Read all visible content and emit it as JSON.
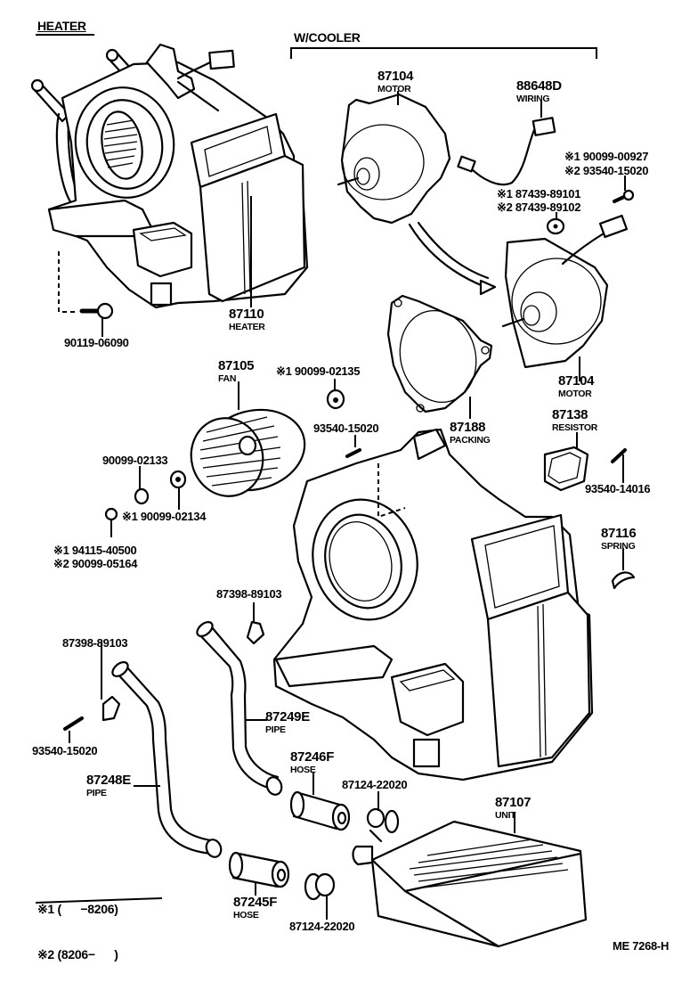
{
  "headers": {
    "heater": "HEATER",
    "cooler": "W/COOLER"
  },
  "parts": {
    "motor_top": {
      "number": "87104",
      "name": "MOTOR"
    },
    "wiring": {
      "number": "88648D",
      "name": "WIRING"
    },
    "screw_top": {
      "alt1": "※1 90099-00927",
      "alt2": "※2 93540-15020"
    },
    "grommet_top": {
      "alt1": "※1 87439-89101",
      "alt2": "※2 87439-89102"
    },
    "motor_right": {
      "number": "87104",
      "name": "MOTOR"
    },
    "heater_assy": {
      "number": "87110",
      "name": "HEATER"
    },
    "bolt_left": {
      "number": "90119-06090"
    },
    "fan": {
      "number": "87105",
      "name": "FAN"
    },
    "nut_fan": {
      "number": "※1 90099-02135"
    },
    "packing": {
      "number": "87188",
      "name": "PACKING"
    },
    "screw_mid": {
      "number": "93540-15020"
    },
    "resistor": {
      "number": "87138",
      "name": "RESISTOR"
    },
    "screw_resistor": {
      "number": "93540-14016"
    },
    "washer_a": {
      "number": "90099-02133"
    },
    "washer_b": {
      "number": "※1 90099-02134"
    },
    "nut_left": {
      "alt1": "※1 94115-40500",
      "alt2": "※2 90099-05164"
    },
    "spring": {
      "number": "87116",
      "name": "SPRING"
    },
    "clamp_mid": {
      "number": "87398-89103"
    },
    "clamp_left": {
      "number": "87398-89103"
    },
    "screw_left": {
      "number": "93540-15020"
    },
    "pipe_e": {
      "number": "87249E",
      "name": "PIPE"
    },
    "pipe_left": {
      "number": "87248E",
      "name": "PIPE"
    },
    "hose_f": {
      "number": "87246F",
      "name": "HOSE"
    },
    "clip_top": {
      "number": "87124-22020"
    },
    "unit": {
      "number": "87107",
      "name": "UNIT"
    },
    "hose_bottom": {
      "number": "87245F",
      "name": "HOSE"
    },
    "clip_bottom": {
      "number": "87124-22020"
    }
  },
  "legend": {
    "row1": "※1 (      −8206)",
    "row2": "※2 (8206−      )"
  },
  "footer": {
    "code": "ME 7268-H"
  }
}
